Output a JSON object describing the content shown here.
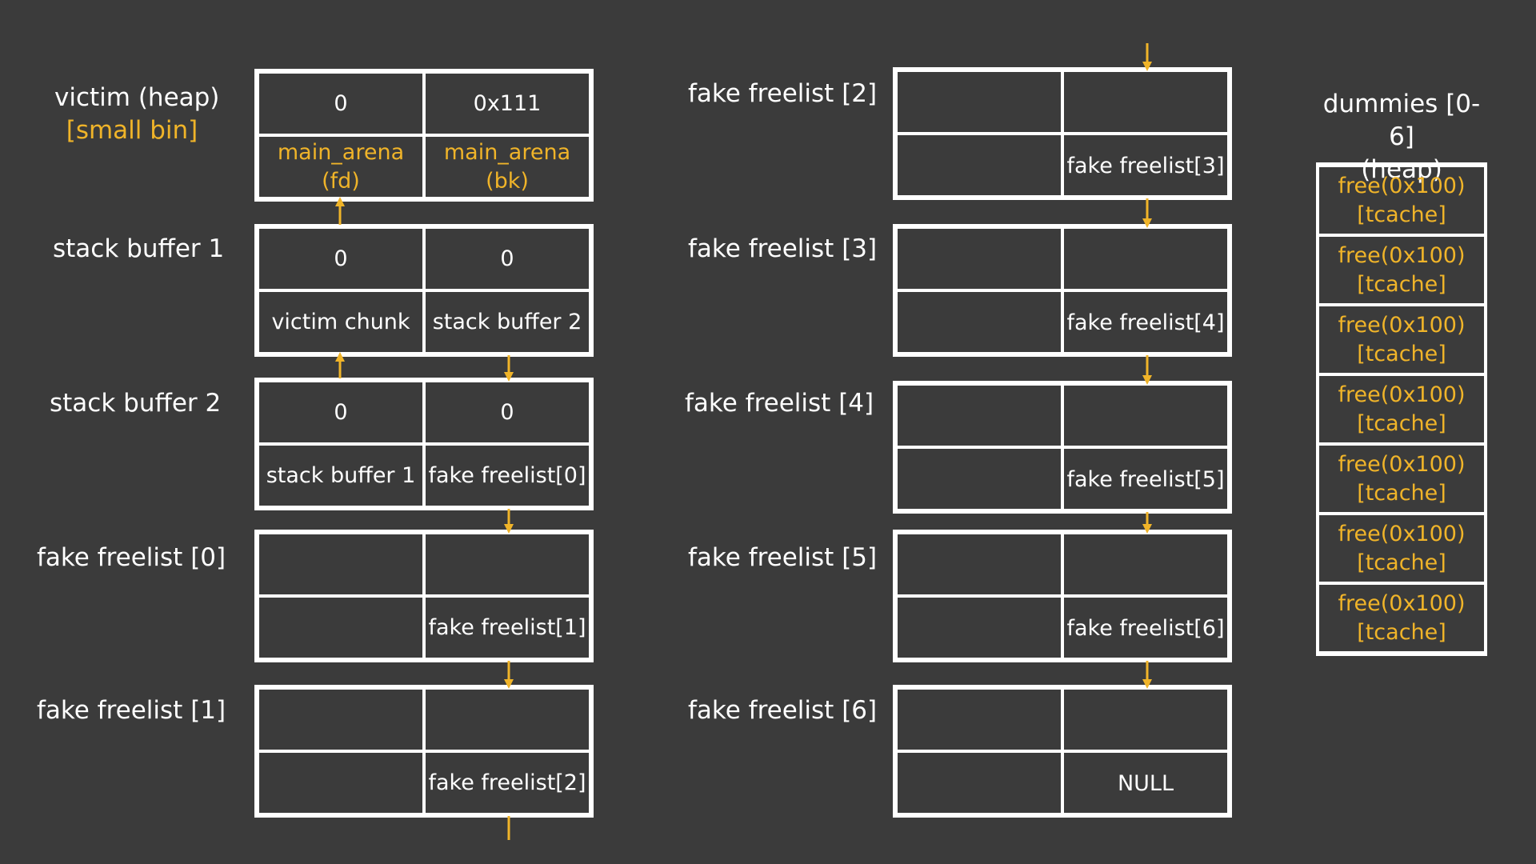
{
  "colors": {
    "background": "#3b3b3b",
    "line": "#ffffff",
    "accent": "#f0b429"
  },
  "left_column": {
    "victim": {
      "title": "victim (heap)",
      "subtitle": "[small bin]",
      "cells": [
        "0",
        "0x111",
        "main_arena\n(fd)",
        "main_arena\n(bk)"
      ]
    },
    "stack_buffer_1": {
      "title": "stack buffer 1",
      "cells": [
        "0",
        "0",
        "victim chunk",
        "stack buffer 2"
      ]
    },
    "stack_buffer_2": {
      "title": "stack buffer 2",
      "cells": [
        "0",
        "0",
        "stack buffer 1",
        "fake freelist[0]"
      ]
    },
    "fake_freelist_0": {
      "title": "fake freelist [0]",
      "cells": [
        "",
        "",
        "",
        "fake freelist[1]"
      ]
    },
    "fake_freelist_1": {
      "title": "fake freelist [1]",
      "cells": [
        "",
        "",
        "",
        "fake freelist[2]"
      ]
    }
  },
  "middle_column": {
    "fake_freelist_2": {
      "title": "fake freelist [2]",
      "cells": [
        "",
        "",
        "",
        "fake freelist[3]"
      ]
    },
    "fake_freelist_3": {
      "title": "fake freelist [3]",
      "cells": [
        "",
        "",
        "",
        "fake freelist[4]"
      ]
    },
    "fake_freelist_4": {
      "title": "fake freelist [4]",
      "cells": [
        "",
        "",
        "",
        "fake freelist[5]"
      ]
    },
    "fake_freelist_5": {
      "title": "fake freelist [5]",
      "cells": [
        "",
        "",
        "",
        "fake freelist[6]"
      ]
    },
    "fake_freelist_6": {
      "title": "fake freelist [6]",
      "cells": [
        "",
        "",
        "",
        "NULL"
      ]
    }
  },
  "dummies": {
    "title": "dummies [0-6]\n(heap)",
    "items": [
      "free(0x100)\n[tcache]",
      "free(0x100)\n[tcache]",
      "free(0x100)\n[tcache]",
      "free(0x100)\n[tcache]",
      "free(0x100)\n[tcache]",
      "free(0x100)\n[tcache]",
      "free(0x100)\n[tcache]"
    ]
  }
}
